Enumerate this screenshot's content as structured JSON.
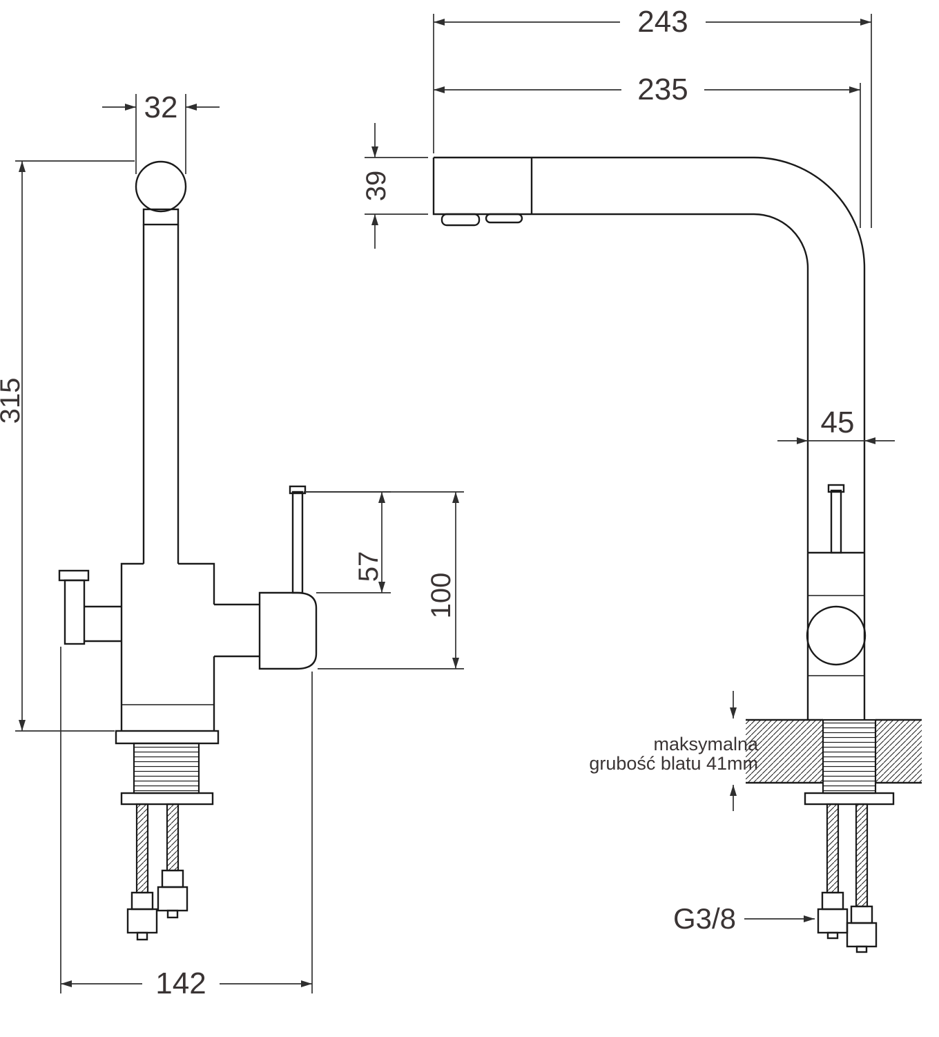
{
  "document": {
    "background": "#ffffff",
    "line_color": "#1a1a1a",
    "text_color": "#3a3434"
  },
  "dimensions": {
    "spout_head_width": "32",
    "overall_height": "315",
    "base_width": "142",
    "lever_height": "57",
    "body_height": "100",
    "overall_reach": "243",
    "spout_reach": "235",
    "spout_height": "39",
    "column_width": "45"
  },
  "notes": {
    "countertop_line1": "maksymalna",
    "countertop_line2": "grubość blatu 41mm",
    "thread_size": "G3/8"
  }
}
